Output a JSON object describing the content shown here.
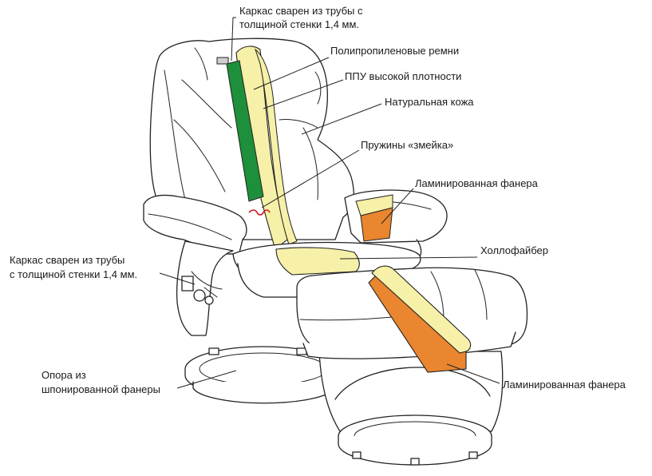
{
  "labels": {
    "frame_top_line1": "Каркас сварен из трубы с",
    "frame_top_line2": "толщиной стенки 1,4 мм.",
    "belts": "Полипропиленовые ремни",
    "foam": "ППУ высокой плотности",
    "leather": "Натуральная кожа",
    "springs": "Пружины «змейка»",
    "plywood_arm": "Ламинированная фанера",
    "hollofiber": "Холлофайбер",
    "frame_left_line1": "Каркас сварен из трубы",
    "frame_left_line2": "с толщиной стенки 1,4 мм.",
    "base_line1": "Опора из",
    "base_line2": "шпонированной фанеры",
    "plywood_ottoman": "Ламинированная фанера"
  },
  "colors": {
    "belts_green": "#1e8f3a",
    "foam_yellow": "#f6f0a8",
    "plywood_orange": "#e9862f",
    "spring_red": "#d0141e",
    "line": "#222222"
  }
}
